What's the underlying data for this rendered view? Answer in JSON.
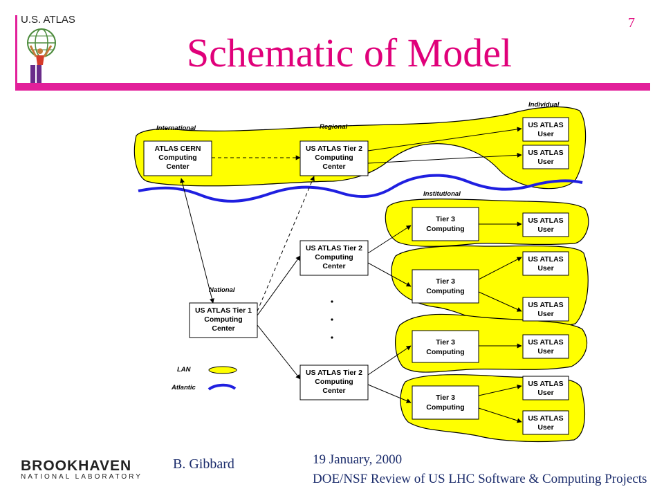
{
  "header": {
    "logo_text": "U.S. ATLAS",
    "title": "Schematic of Model",
    "page_number": "7"
  },
  "diagram": {
    "labels": {
      "international": "International",
      "regional": "Regional",
      "individual": "Individual",
      "institutional": "Institutional",
      "national": "National"
    },
    "legend": {
      "lan": "LAN",
      "atlantic": "Atlantic"
    },
    "ellipsis": ". . .",
    "nodes": {
      "cern": [
        "ATLAS CERN",
        "Computing",
        "Center"
      ],
      "tier2": [
        "US ATLAS Tier 2",
        "Computing",
        "Center"
      ],
      "tier1": [
        "US ATLAS Tier 1",
        "Computing",
        "Center"
      ],
      "tier3": [
        "Tier 3",
        "Computing"
      ],
      "user": [
        "US ATLAS",
        "User"
      ]
    },
    "colors": {
      "lan_fill": "#ffff00",
      "atlantic_line": "#1f1fe0"
    }
  },
  "footer": {
    "lab_name": "BROOKHAVEN",
    "lab_subtitle": "NATIONAL LABORATORY",
    "author": "B. Gibbard",
    "date": "19 January, 2000",
    "event": "DOE/NSF Review of US LHC Software & Computing Projects"
  }
}
